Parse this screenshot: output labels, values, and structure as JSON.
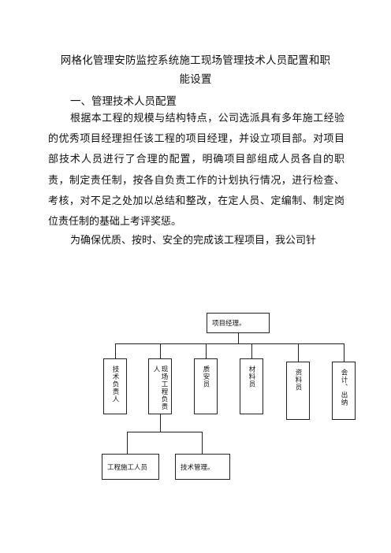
{
  "document": {
    "title_line1": "网格化管理安防监控系统施工现场管理技术人员配置和职",
    "title_line2": "能设置",
    "section_heading": "一、管理技术人员配置",
    "paragraph1": "根据本工程的规模与结构特点，公司选派具有多年施工经验的优秀项目经理担任该工程的项目经理，并设立项目部。对项目部技术人员进行了合理的配置，明确项目部组成人员各自的职责，制定责任制，按各自负责工作的计划执行情况，进行检查、考核，对不足之处加以总结和整改，在定人员、定编制、制定岗位责任制的基础上考评奖惩。",
    "paragraph2": "为确保优质、按时、安全的完成该工程项目，我公司针"
  },
  "org_chart": {
    "root": "项目经理。",
    "level2": [
      "技术负责人",
      "现场工程负责人",
      "质安员",
      "材料员",
      "资料员",
      "会计、出纳"
    ],
    "level3": [
      "工程施工人员",
      "技术管理。"
    ]
  }
}
